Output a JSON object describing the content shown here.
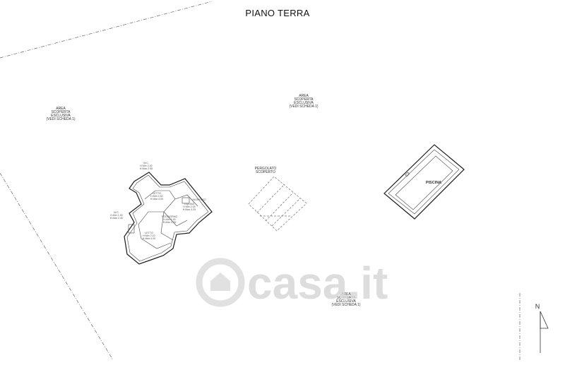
{
  "title": "PIANO TERRA",
  "areas": [
    {
      "line1": "AREA",
      "line2": "SCOPERTA",
      "line3": "ESCLUSIVA",
      "line4": "(VEDI SCHEDA 1)"
    },
    {
      "line1": "AREA",
      "line2": "SCOPERTA",
      "line3": "ESCLUSIVA",
      "line4": "(VEDI SCHEDA 1)"
    },
    {
      "line1": "AREA",
      "line2": "SCOPERTA",
      "line3": "ESCLUSIVA",
      "line4": "(VEDI SCHEDA 1)"
    }
  ],
  "pergola": {
    "line1": "PERGOLATO",
    "line2": "SCOPERTO"
  },
  "pool": {
    "label": "PISCINA"
  },
  "rooms": {
    "wc_top": {
      "name": "W.C.",
      "h1": "H.Min 2.40",
      "h2": "H.Max 2.55"
    },
    "letto_top": {
      "name": "LETTO",
      "h1": "H.Min 2.50",
      "h2": "H.Max 4.00"
    },
    "soggiorno": {
      "name": "SOGGIORNO",
      "h1": "H.Min 1.90",
      "h2": "H.Max 3.35"
    },
    "cucina": {
      "name": "CUCINA",
      "h1": "H.Min 2.05",
      "h2": "H.Max 3.25"
    },
    "ingresso": {
      "name": "INGRESSO"
    },
    "wc_left": {
      "name": "W.C.",
      "h1": "H.Min 1.90",
      "h2": "H.Max 2.40"
    },
    "letto_bottom": {
      "name": "LETTO",
      "h1": "H.Min 2.10",
      "h2": "H.Max 4.00"
    }
  },
  "north": "N",
  "watermark": "casa.it"
}
